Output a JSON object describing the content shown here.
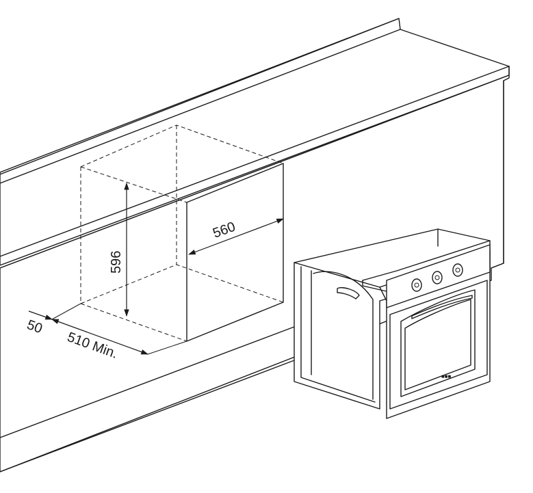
{
  "dimensions": {
    "height": "596",
    "width": "560",
    "depth": "510 Min.",
    "gap": "50"
  },
  "oven": {
    "badge": "■■■"
  }
}
